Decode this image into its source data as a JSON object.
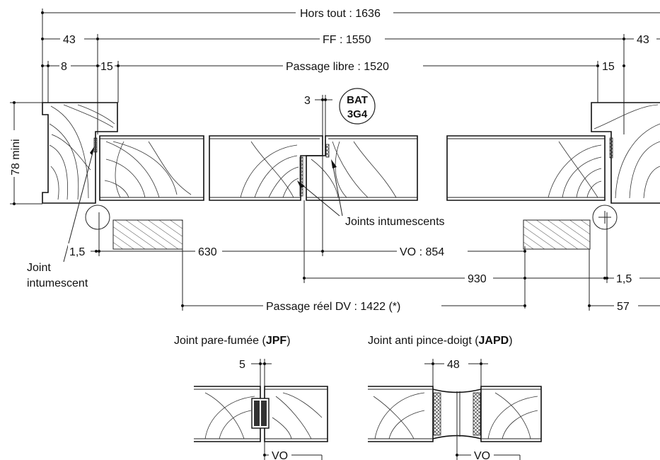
{
  "dimensions": {
    "hors_tout": "Hors tout : 1636",
    "ff": "FF : 1550",
    "side_43_left": "43",
    "side_43_right": "43",
    "side_8": "8",
    "side_15_left": "15",
    "side_15_right": "15",
    "passage_libre": "Passage libre : 1520",
    "gap_3": "3",
    "height_78": "78 mini",
    "left_1_5": "1,5",
    "right_1_5": "1,5",
    "v630": "630",
    "vo854": "VO : 854",
    "v930": "930",
    "passage_reel": "Passage réel DV : 1422 (*)",
    "v57": "57",
    "gap_5": "5",
    "width_48": "48",
    "vo_jpf": "VO",
    "vo_japd": "VO"
  },
  "badge": {
    "line1": "BAT",
    "line2": "3G4"
  },
  "labels": {
    "joints_intumescents": "Joints intumescents",
    "joint_intumescent_1": "Joint",
    "joint_intumescent_2": "intumescent"
  },
  "details": {
    "jpf_prefix": "Joint pare-fumée (",
    "jpf_code": "JPF",
    "jpf_suffix": ")",
    "japd_prefix": "Joint anti pince-doigt (",
    "japd_code": "JAPD",
    "japd_suffix": ")"
  }
}
